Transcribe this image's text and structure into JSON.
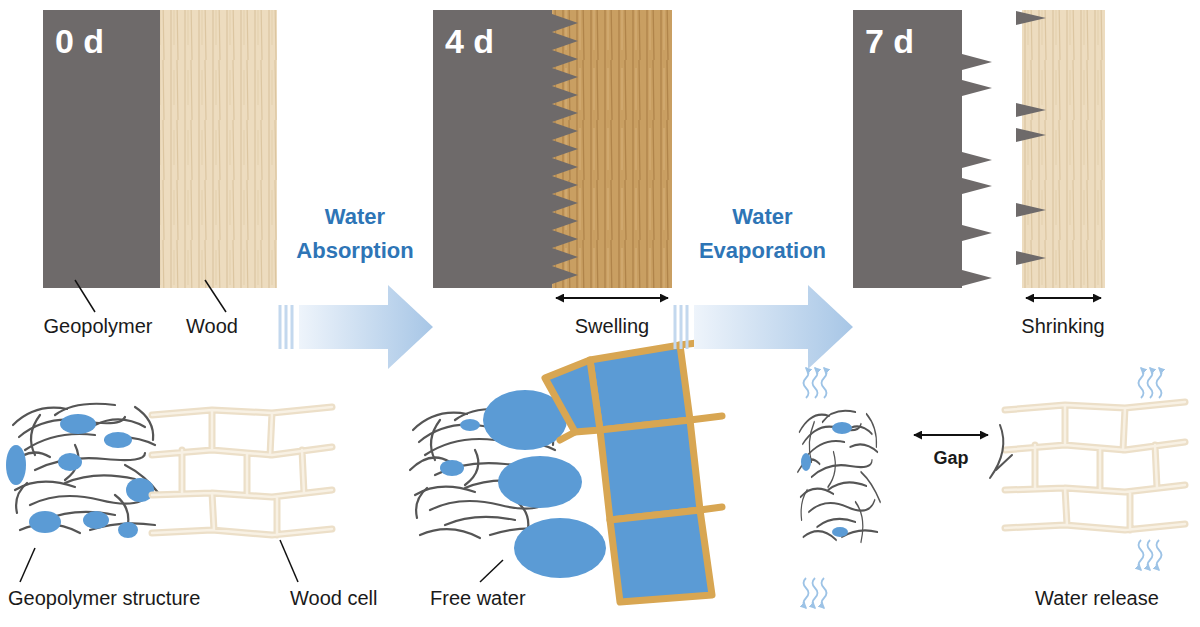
{
  "diagram": {
    "nodes": [
      {
        "text": [
          "0 d"
        ]
      },
      {
        "text": [
          "4 d"
        ]
      },
      {
        "text": [
          "7 d"
        ]
      }
    ],
    "edges": [
      {
        "from": 0,
        "to": 1,
        "arrow": "to",
        "label": "Water Absorption"
      },
      {
        "from": 1,
        "to": 2,
        "arrow": "to",
        "label": "Water Evaporation"
      }
    ],
    "labels": [
      "Geopolymer",
      "Wood",
      "Swelling",
      "Shrinking",
      "Geopolymer structure",
      "Wood cell",
      "Free water",
      "Gap",
      "Water release"
    ]
  }
}
